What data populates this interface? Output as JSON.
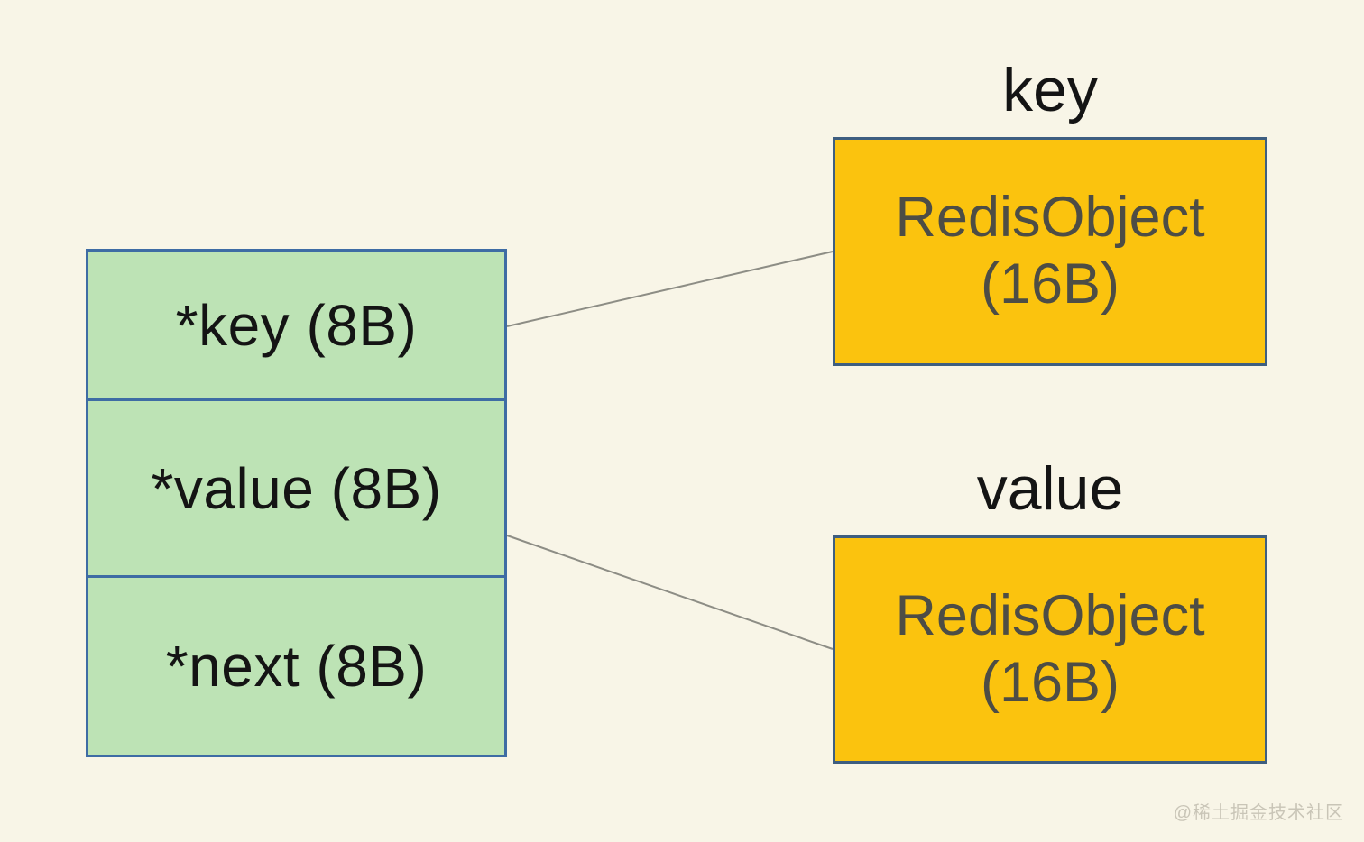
{
  "diagram": {
    "entry_struct": {
      "rows": [
        {
          "label": "*key (8B)"
        },
        {
          "label": "*value (8B)"
        },
        {
          "label": "*next (8B)"
        }
      ]
    },
    "objects": [
      {
        "title": "key",
        "name": "RedisObject",
        "size": "(16B)"
      },
      {
        "title": "value",
        "name": "RedisObject",
        "size": "(16B)"
      }
    ],
    "colors": {
      "background": "#f8f5e7",
      "struct_fill": "#bde3b5",
      "struct_border": "#3e6ca4",
      "object_fill": "#fbc30e",
      "object_border": "#3e5e80",
      "object_text": "#4d4d45",
      "label_text": "#141414",
      "connector_line": "#8d8d85",
      "watermark_text": "#c9c5b7"
    },
    "watermark": "@稀土掘金技术社区"
  }
}
